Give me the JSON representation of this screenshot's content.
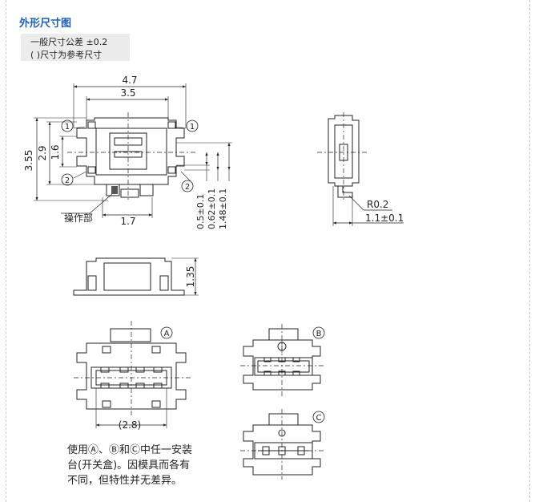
{
  "header": {
    "title": "外形尺寸图",
    "tolerance_note": "一般尺寸公差 ±0.2",
    "reference_note": "(  )尺寸为参考尺寸"
  },
  "dims": {
    "d_4_7": "4.7",
    "d_3_5": "3.5",
    "d_3_55": "3.55",
    "d_2_9": "2.9",
    "d_1_6": "1.6",
    "d_1_7": "1.7",
    "d_0_5": "0.5±0.1",
    "d_0_62": "0.62±0.1",
    "d_1_48": "1.48±0.1",
    "d_r0_2": "R0.2",
    "d_1_1": "1.1±0.1",
    "d_1_35": "1.35",
    "d_2_8": "(2.8)"
  },
  "labels": {
    "operation_part": "操作部",
    "circle_1": "1",
    "circle_2": "2",
    "circle_a": "A",
    "circle_b": "B",
    "circle_c": "C"
  },
  "note_lines": [
    "使用Ⓐ、Ⓑ和Ⓒ中任一安装",
    "台(开关盒)。因模具而各有",
    "不同，但特性并无差异。"
  ]
}
